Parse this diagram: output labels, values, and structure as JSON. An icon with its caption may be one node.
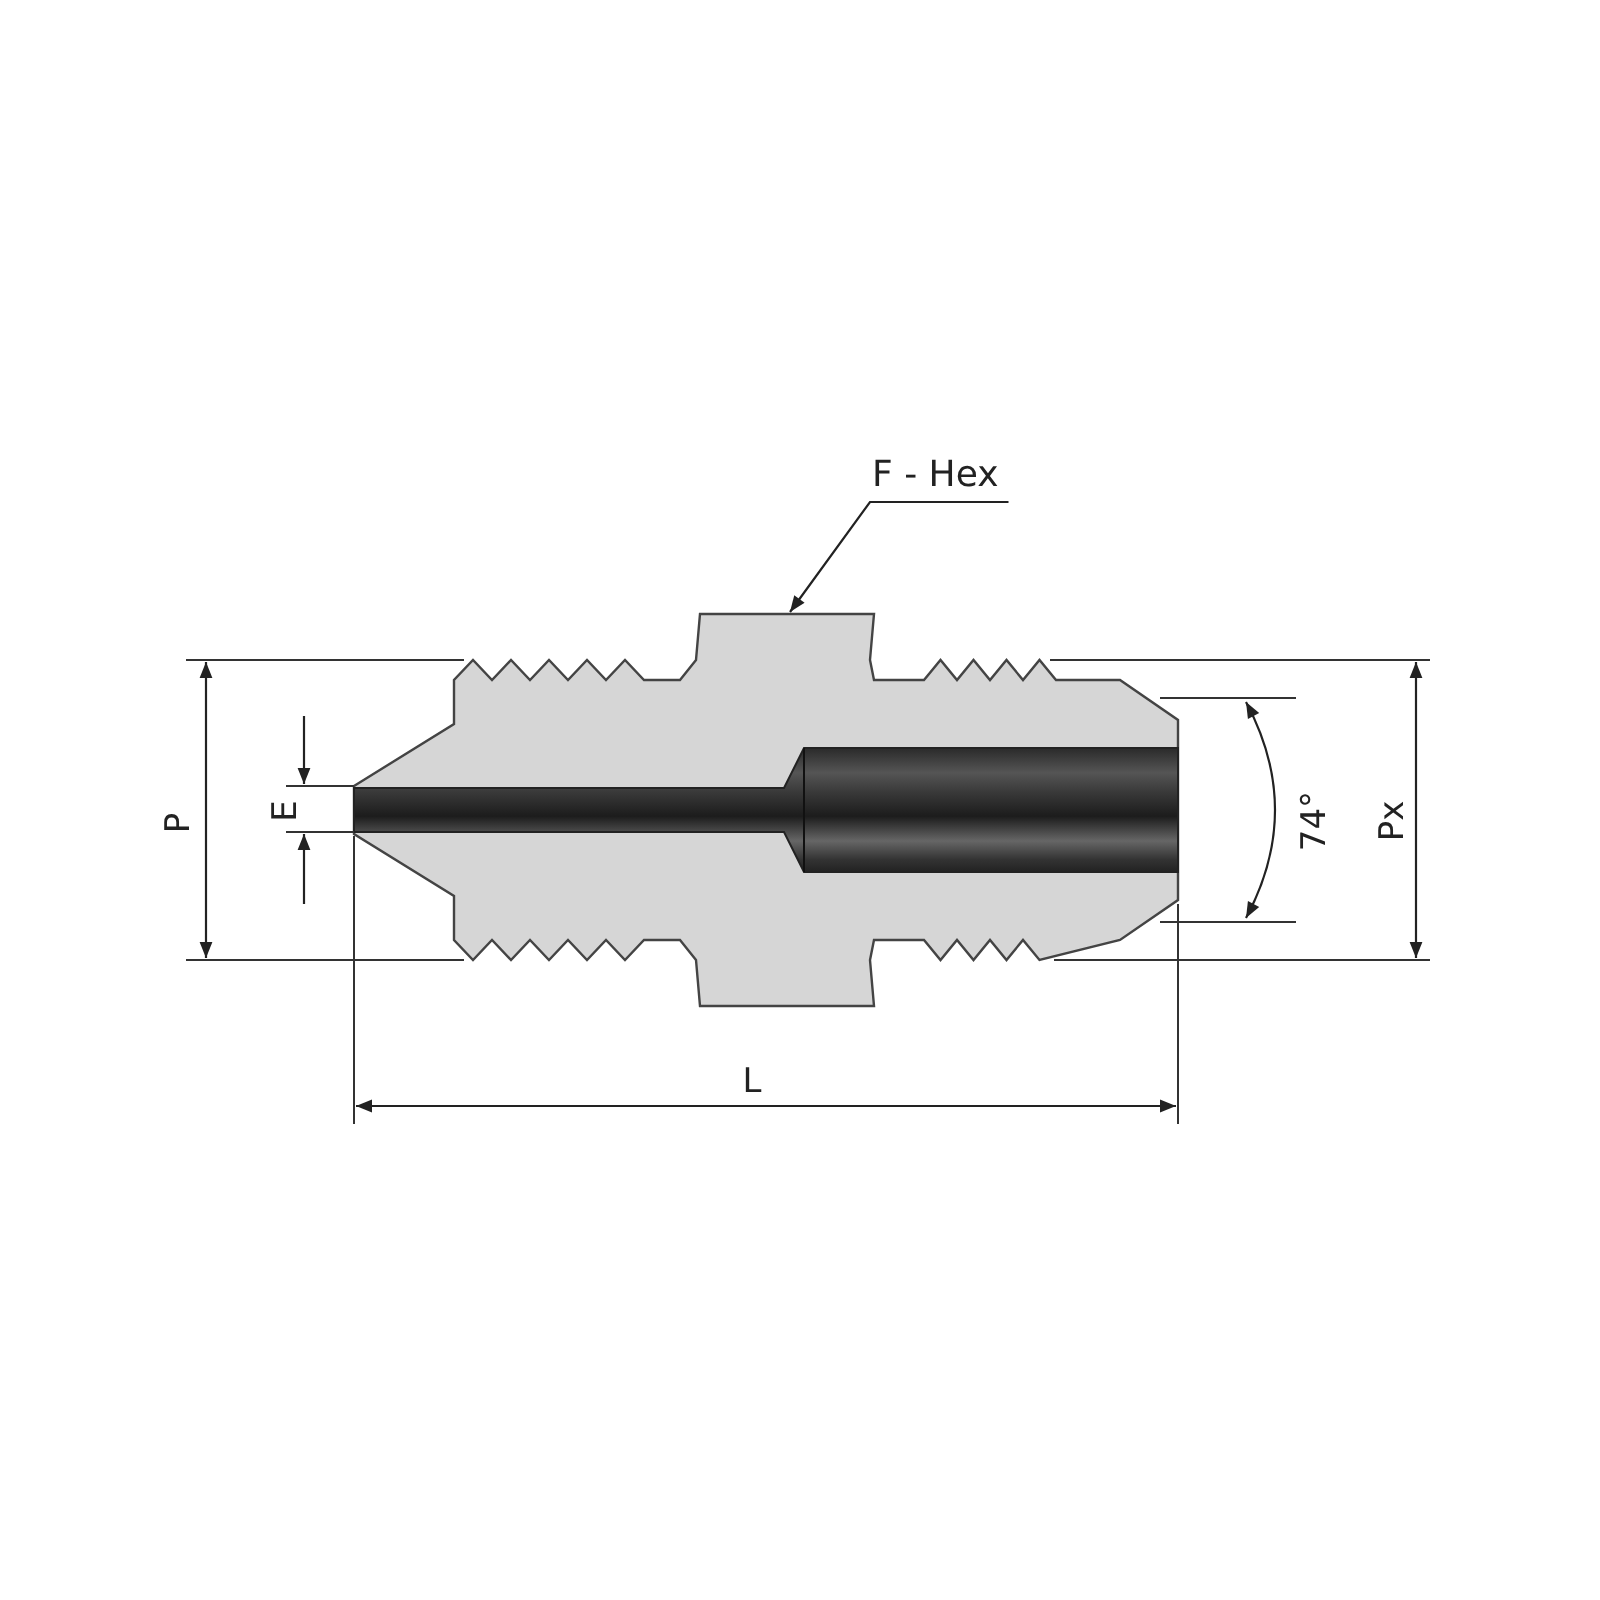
{
  "diagram": {
    "nodes": [
      {
        "text": [
          "F - Hex"
        ]
      },
      {
        "text": [],
        "shape": "picture"
      }
    ],
    "edges": [
      {
        "from": 0,
        "to": 1,
        "arrow": "to"
      }
    ],
    "labels": [
      "P",
      "E",
      "74°",
      "Px",
      "L"
    ]
  }
}
